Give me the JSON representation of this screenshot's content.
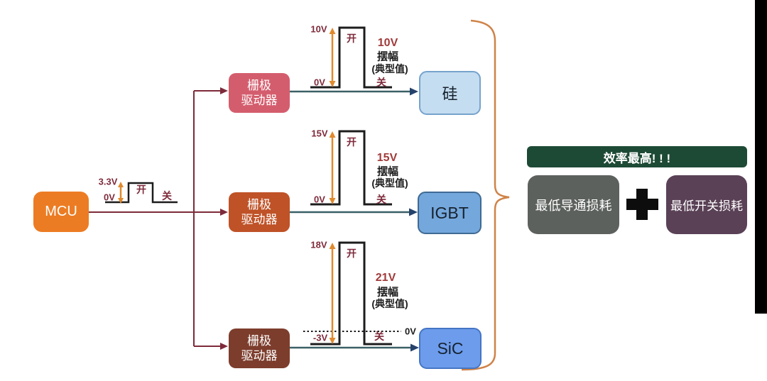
{
  "mcu": {
    "label": "MCU",
    "signal": {
      "high": "3.3V",
      "low": "0V",
      "on_label": "开",
      "off_label": "关"
    }
  },
  "driver_label": {
    "line1": "栅极",
    "line2": "驱动器"
  },
  "channels": [
    {
      "device": "硅",
      "high_label": "10V",
      "low_label": "0V",
      "on_label": "开",
      "off_label": "关",
      "swing_value": "10V",
      "swing_label": "摆幅",
      "swing_note": "(典型值)"
    },
    {
      "device": "IGBT",
      "high_label": "15V",
      "low_label": "0V",
      "on_label": "开",
      "off_label": "关",
      "swing_value": "15V",
      "swing_label": "摆幅",
      "swing_note": "(典型值)"
    },
    {
      "device": "SiC",
      "high_label": "18V",
      "low_label": "-3V",
      "zero_label": "0V",
      "on_label": "开",
      "off_label": "关",
      "swing_value": "21V",
      "swing_label": "摆幅",
      "swing_note": "(典型值)"
    }
  ],
  "result": {
    "banner": "效率最高! ! !",
    "conduction_box": "最低导通损耗",
    "switching_box": "最低开关损耗"
  },
  "colors": {
    "mcu": "#ec7c23",
    "driver_top": "#d45d6d",
    "driver_mid": "#bf5227",
    "driver_bot": "#7d3d2c",
    "device_si": "#c5ddf1",
    "device_igbt": "#74a7dc",
    "device_sic": "#6d9cec",
    "banner_green": "#1d4a35",
    "conduction_gray": "#5d615e",
    "switching_purple": "#5a4156",
    "wire_maroon": "#7e2a3a",
    "wire_teal": "#3a6066",
    "arrow_orange": "#e08a2e",
    "brace_tan": "#cf8348",
    "waveform_black": "#1c1c1c"
  }
}
